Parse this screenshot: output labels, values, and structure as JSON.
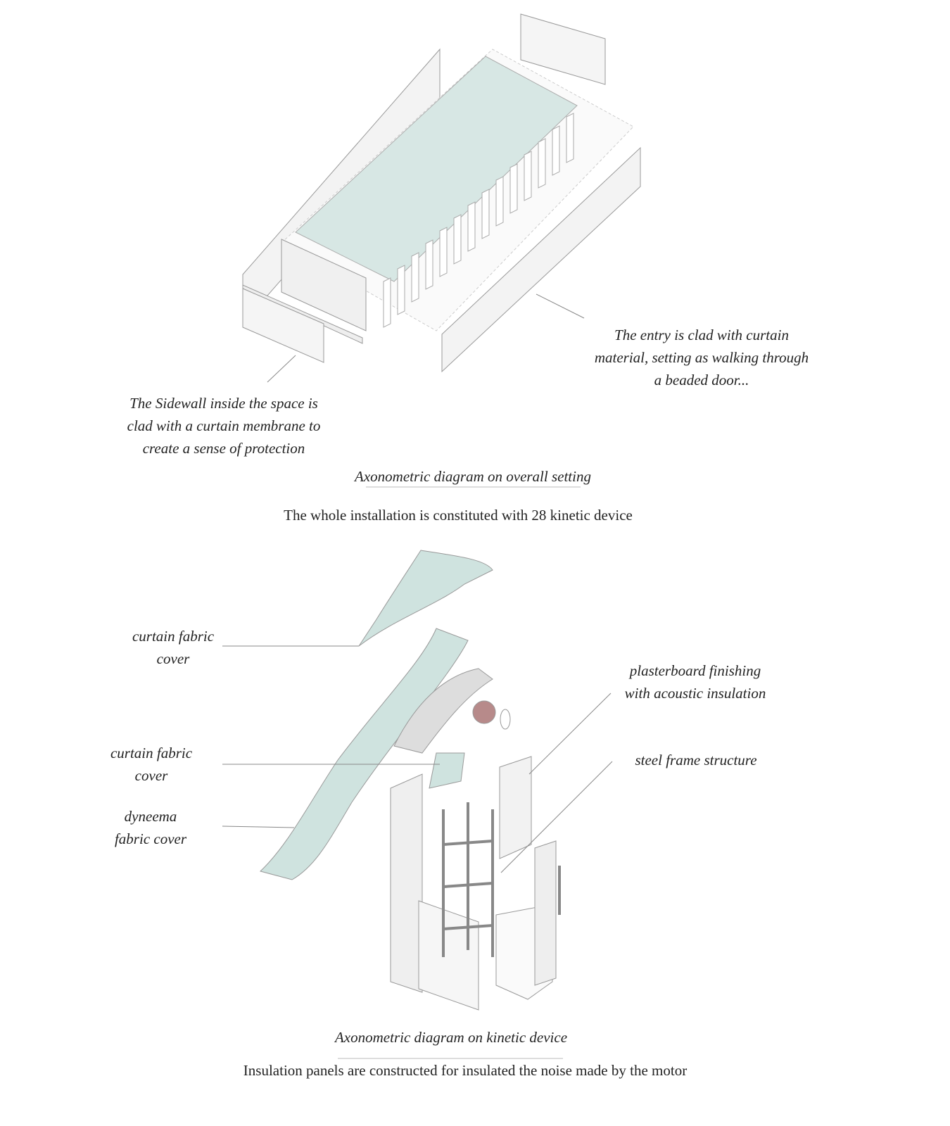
{
  "overall": {
    "entry_note": [
      "The entry is clad with curtain",
      "material, setting as walking through",
      "a beaded door..."
    ],
    "sidewall_note": [
      "The Sidewall inside the space is",
      "clad with a curtain membrane to",
      "create a sense of protection"
    ],
    "caption": "Axonometric diagram on overall setting",
    "description": "The whole installation is constituted with 28 kinetic device"
  },
  "device": {
    "labels": {
      "curtain_cover_top": [
        "curtain fabric",
        "cover"
      ],
      "curtain_cover_mid": [
        "curtain fabric",
        "cover"
      ],
      "dyneema": [
        "dyneema",
        "fabric cover"
      ],
      "plasterboard": [
        "plasterboard finishing",
        "with acoustic insulation"
      ],
      "steel_frame": [
        "steel frame structure"
      ]
    },
    "caption": "Axonometric diagram on kinetic device",
    "description": "Insulation panels are constructed for insulated the noise made by the motor"
  },
  "colors": {
    "fabric": "#cfe3df",
    "panel": "#f2f2f2",
    "line": "#888888"
  }
}
